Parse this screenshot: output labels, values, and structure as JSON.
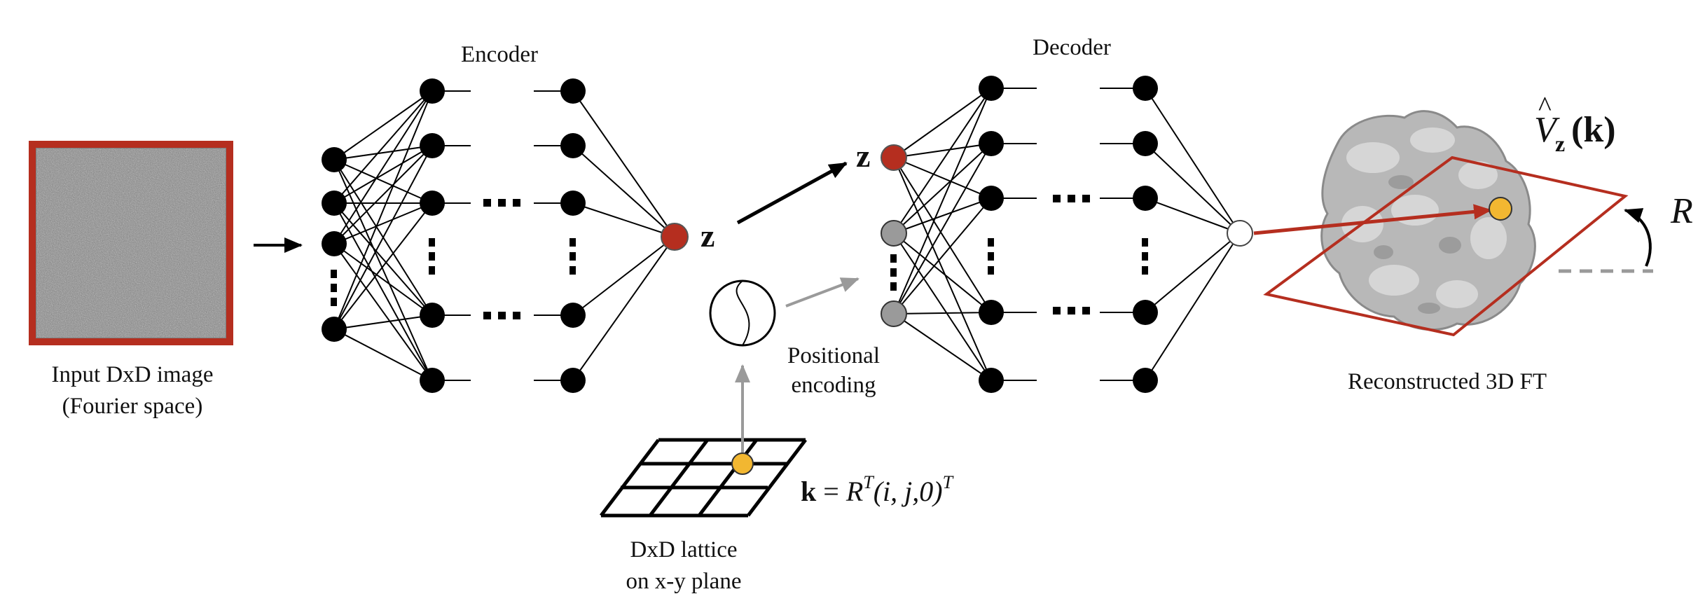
{
  "input_image": {
    "caption_line1": "Input DxD image",
    "caption_line2": "(Fourier space)",
    "border_color": "#b52e1f"
  },
  "encoder": {
    "title": "Encoder",
    "latent_label": "z"
  },
  "decoder": {
    "title": "Decoder",
    "latent_label": "z"
  },
  "positional_encoding": {
    "label_line1": "Positional",
    "label_line2": "encoding"
  },
  "lattice": {
    "caption_line1": "DxD lattice",
    "caption_line2": "on x-y plane",
    "equation": {
      "lhs": "k",
      "eq": " = ",
      "R": "R",
      "sup1": "T",
      "args": "(i, j,0)",
      "sup2": "T"
    }
  },
  "reconstruction": {
    "caption": "Reconstructed 3D FT",
    "volume_symbol": "V",
    "volume_hat": "^",
    "volume_sub": "z",
    "volume_arg": "(k)",
    "rotation_label": "R"
  },
  "colors": {
    "latent_node": "#b52e1f",
    "slice_plane": "#b52e1f",
    "sample_point": "#f2b731",
    "hidden_node": "#000000",
    "input_coord_node": "#9a9a9a",
    "gray_arrow": "#9a9a9a"
  },
  "icons": {
    "ellipsis_h": "horizontal-dots",
    "ellipsis_v": "vertical-dots"
  }
}
